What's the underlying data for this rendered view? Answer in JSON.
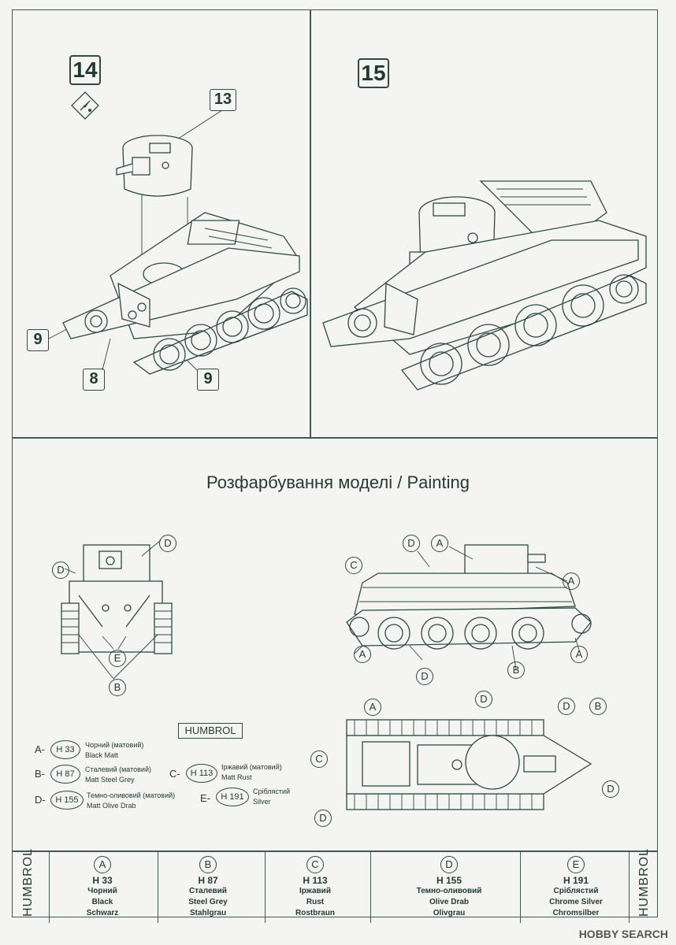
{
  "steps": {
    "step14": "14",
    "step15": "15"
  },
  "callouts": {
    "c13": "13",
    "c9_left": "9",
    "c8": "8",
    "c9_bottom": "9"
  },
  "painting_title": "Розфарбування моделі / Painting",
  "humbrol_label": "HUMBROL",
  "paint_key": [
    {
      "prefix": "A-",
      "code": "H 33",
      "name_ua": "Чорний (матовий)",
      "name_en": "Black Matt"
    },
    {
      "prefix": "B-",
      "code": "H 87",
      "name_ua": "Сталевий (матовий)",
      "name_en": "Matt Steel Grey"
    },
    {
      "prefix": "C-",
      "code": "H 113",
      "name_ua": "Іржавий (матовий)",
      "name_en": "Matt Rust"
    },
    {
      "prefix": "D-",
      "code": "H 155",
      "name_ua": "Темно-оливовий (матовий)",
      "name_en": "Matt Olive Drab"
    },
    {
      "prefix": "E-",
      "code": "H 191",
      "name_ua": "Сріблястий",
      "name_en": "Silver"
    }
  ],
  "diagram_letters": {
    "A": "A",
    "B": "B",
    "C": "C",
    "D": "D",
    "E": "E"
  },
  "table": {
    "side_label": "HUMBROL",
    "columns": [
      {
        "letter": "A",
        "code": "H 33",
        "names": [
          "Чорний",
          "Black",
          "Schwarz"
        ]
      },
      {
        "letter": "B",
        "code": "H 87",
        "names": [
          "Сталевий",
          "Steel Grey",
          "Stahlgrau"
        ]
      },
      {
        "letter": "C",
        "code": "H 113",
        "names": [
          "Іржавий",
          "Rust",
          "Rostbraun"
        ]
      },
      {
        "letter": "D",
        "code": "H 155",
        "names": [
          "Темно-оливовий",
          "Olive Drab",
          "Olivgrau"
        ]
      },
      {
        "letter": "E",
        "code": "H 191",
        "names": [
          "Сріблястий",
          "Chrome Silver",
          "Chromsilber"
        ]
      }
    ]
  },
  "watermark": "HOBBY SEARCH",
  "colors": {
    "line": "#2d4a44",
    "paper": "#f4f4f2"
  }
}
